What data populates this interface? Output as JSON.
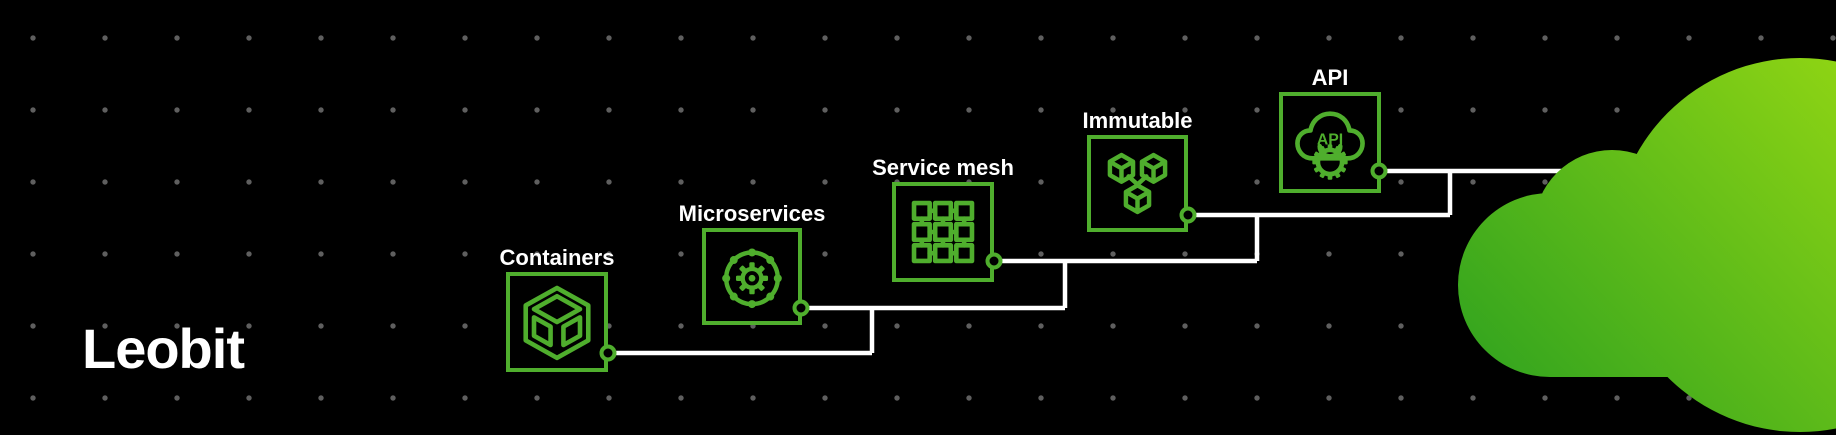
{
  "brand": {
    "logo_text": "Leobit"
  },
  "diagram": {
    "nodes": [
      {
        "label": "Containers"
      },
      {
        "label": "Microservices"
      },
      {
        "label": "Service mesh"
      },
      {
        "label": "Immutable"
      },
      {
        "label": "API",
        "icon_text": "API"
      }
    ]
  },
  "colors": {
    "background": "#000000",
    "accent_green": "#4fae2d",
    "connector_line": "#ffffff",
    "label_text": "#ffffff",
    "dot_grid": "#5f5f5f",
    "cloud_gradient_dark": "#2da11f",
    "cloud_gradient_light": "#8ed414"
  }
}
